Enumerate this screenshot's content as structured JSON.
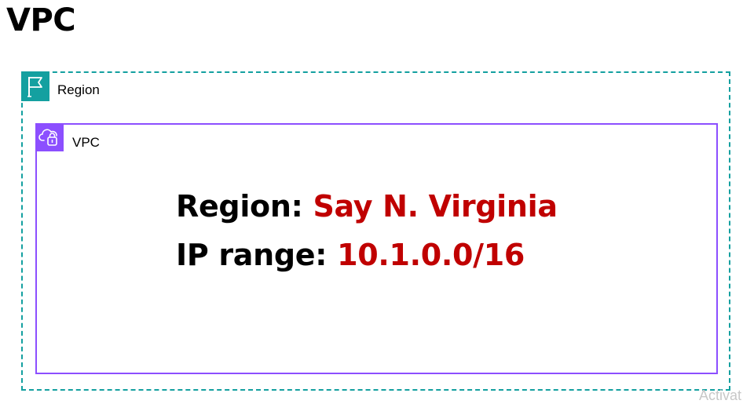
{
  "title": "VPC",
  "region_group": {
    "label": "Region",
    "icon": "region-flag-icon",
    "color": "#14a0a0"
  },
  "vpc_group": {
    "label": "VPC",
    "icon": "vpc-cloud-lock-icon",
    "color": "#8c4fff"
  },
  "info": {
    "region_key": "Region:",
    "region_value": "Say N. Virginia",
    "ip_key": "IP range:",
    "ip_value": "10.1.0.0/16",
    "value_color": "#c00000"
  },
  "watermark": "Activat"
}
